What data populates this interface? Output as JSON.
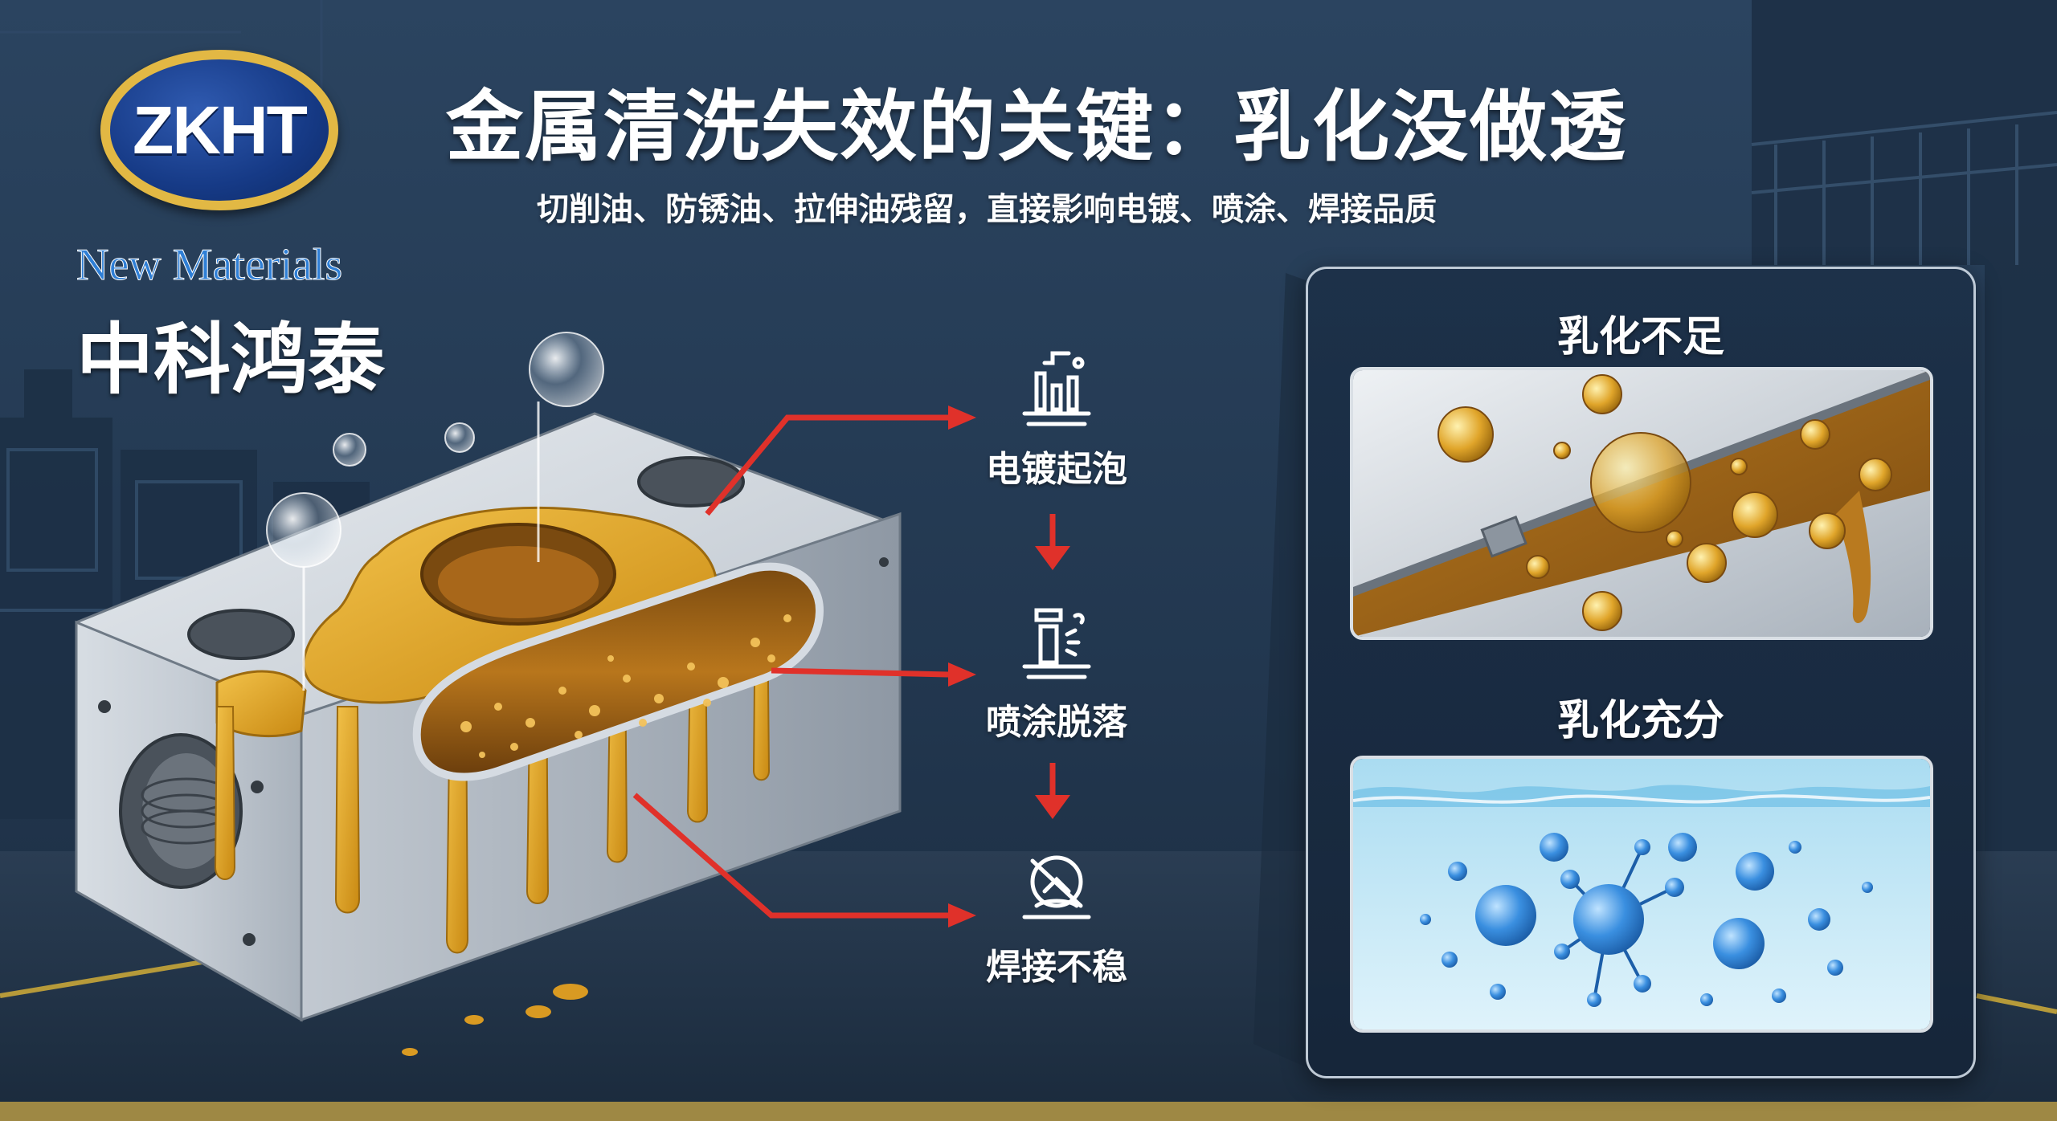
{
  "title": "金属清洗失效的关键：乳化没做透",
  "subtitle": "切削油、防锈油、拉伸油残留，直接影响电镀、喷涂、焊接品质",
  "brand": {
    "logo_text": "ZKHT",
    "english": "New Materials",
    "chinese": "中科鸿泰"
  },
  "steps": [
    {
      "label": "电镀起泡",
      "icon": "plating-tank-icon"
    },
    {
      "label": "喷涂脱落",
      "icon": "spray-booth-icon"
    },
    {
      "label": "焊接不稳",
      "icon": "welding-icon"
    }
  ],
  "comparison": {
    "insufficient_label": "乳化不足",
    "sufficient_label": "乳化充分"
  },
  "colors": {
    "background": "#23384f",
    "oil": "#d49a1e",
    "arrow": "#e0312a",
    "water": "#bfe7f6",
    "bubble_blue": "#2f86d8",
    "logo_blue": "#163a86",
    "logo_gold": "#e2b844"
  }
}
